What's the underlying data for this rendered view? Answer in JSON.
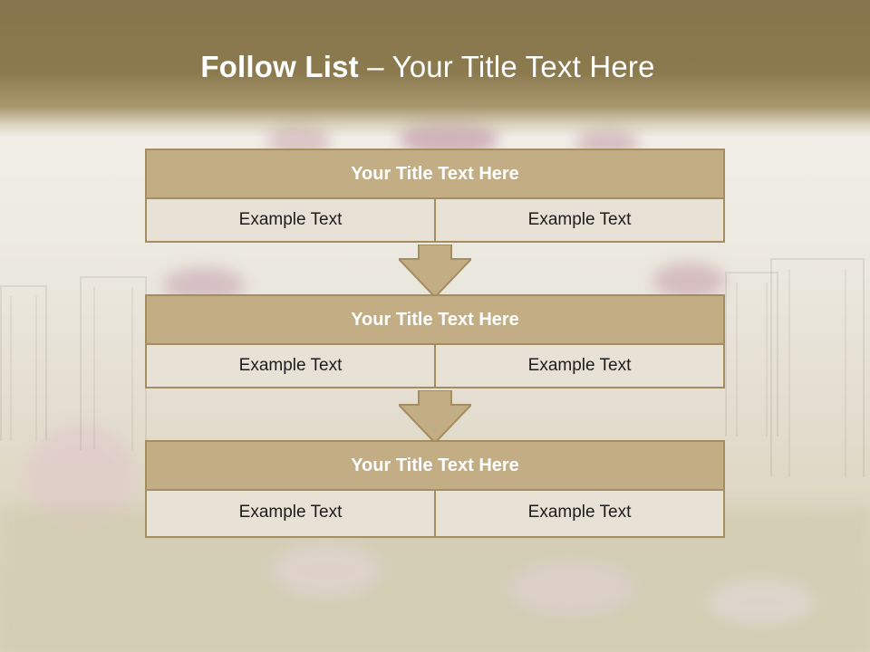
{
  "slide": {
    "title_bold": "Follow List",
    "title_rest": " – Your Title Text Here"
  },
  "blocks": [
    {
      "title": "Your Title Text Here",
      "left": "Example Text",
      "right": "Example Text"
    },
    {
      "title": "Your Title Text Here",
      "left": "Example Text",
      "right": "Example Text"
    },
    {
      "title": "Your Title Text Here",
      "left": "Example Text",
      "right": "Example Text"
    }
  ],
  "colors": {
    "header_brown": "#8c7a4f",
    "box_head": "#c2ad84",
    "box_border": "#a48e60",
    "cell_fill": "#e8e2d6"
  }
}
